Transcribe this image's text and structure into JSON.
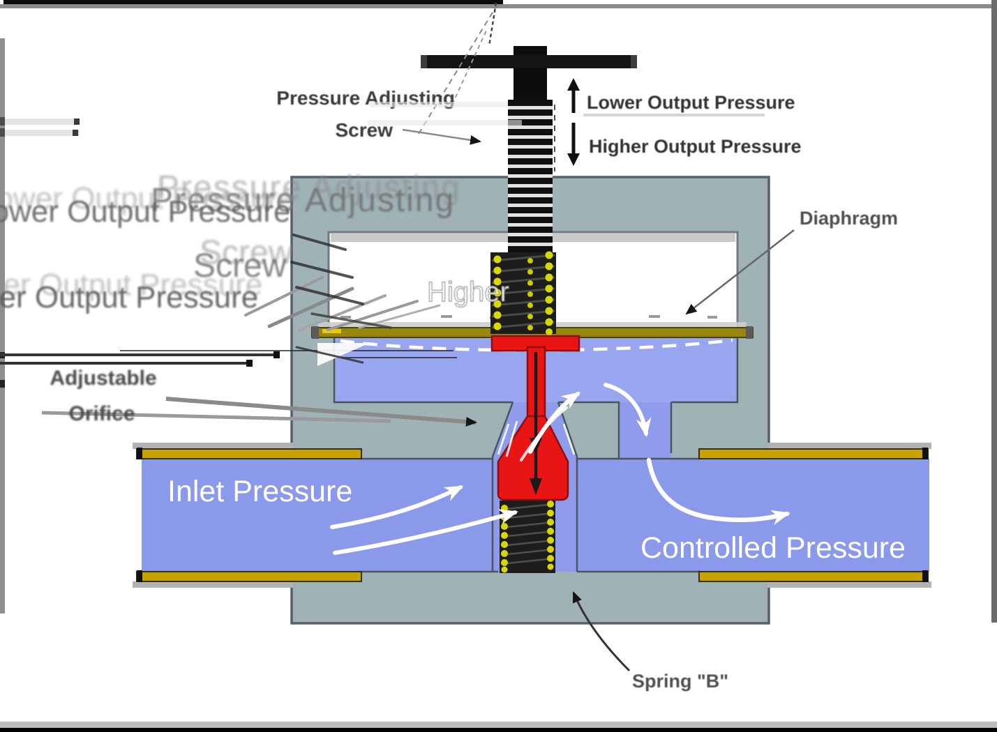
{
  "diagram_type": "pressure-regulator-cross-section",
  "labels": {
    "pressure_adjusting_line1": "Pressure Adjusting",
    "pressure_adjusting_line2": "Screw",
    "lower_output_pressure": "Lower Output Pressure",
    "higher_output_pressure": "Higher Output Pressure",
    "diaphragm": "Diaphragm",
    "adjustable_orifice_line1": "Adjustable",
    "adjustable_orifice_line2": "Orifice",
    "inlet_pressure": "Inlet Pressure",
    "controlled_pressure": "Controlled Pressure",
    "spring_b": "Spring \"B\"",
    "ghost_word": "Higher"
  },
  "colors": {
    "body_grey": "#9FB2B6",
    "body_outline": "#57616A",
    "fluid_blue": "#8B99EA",
    "chamber_blue": "#98A5EF",
    "pipe_gold": "#C8A300",
    "diaphragm_gold": "#97870D",
    "diaphragm_glint": "#EDC70A",
    "valve_red": "#E91414",
    "valve_red_outline": "#8F0D0D",
    "spring_yellow": "#D8D800",
    "screw_black": "#111111",
    "label_dark": "#3B3B3B",
    "label_grey": "#4F4F4F",
    "flow_arrow_white": "#FFFFFF"
  }
}
